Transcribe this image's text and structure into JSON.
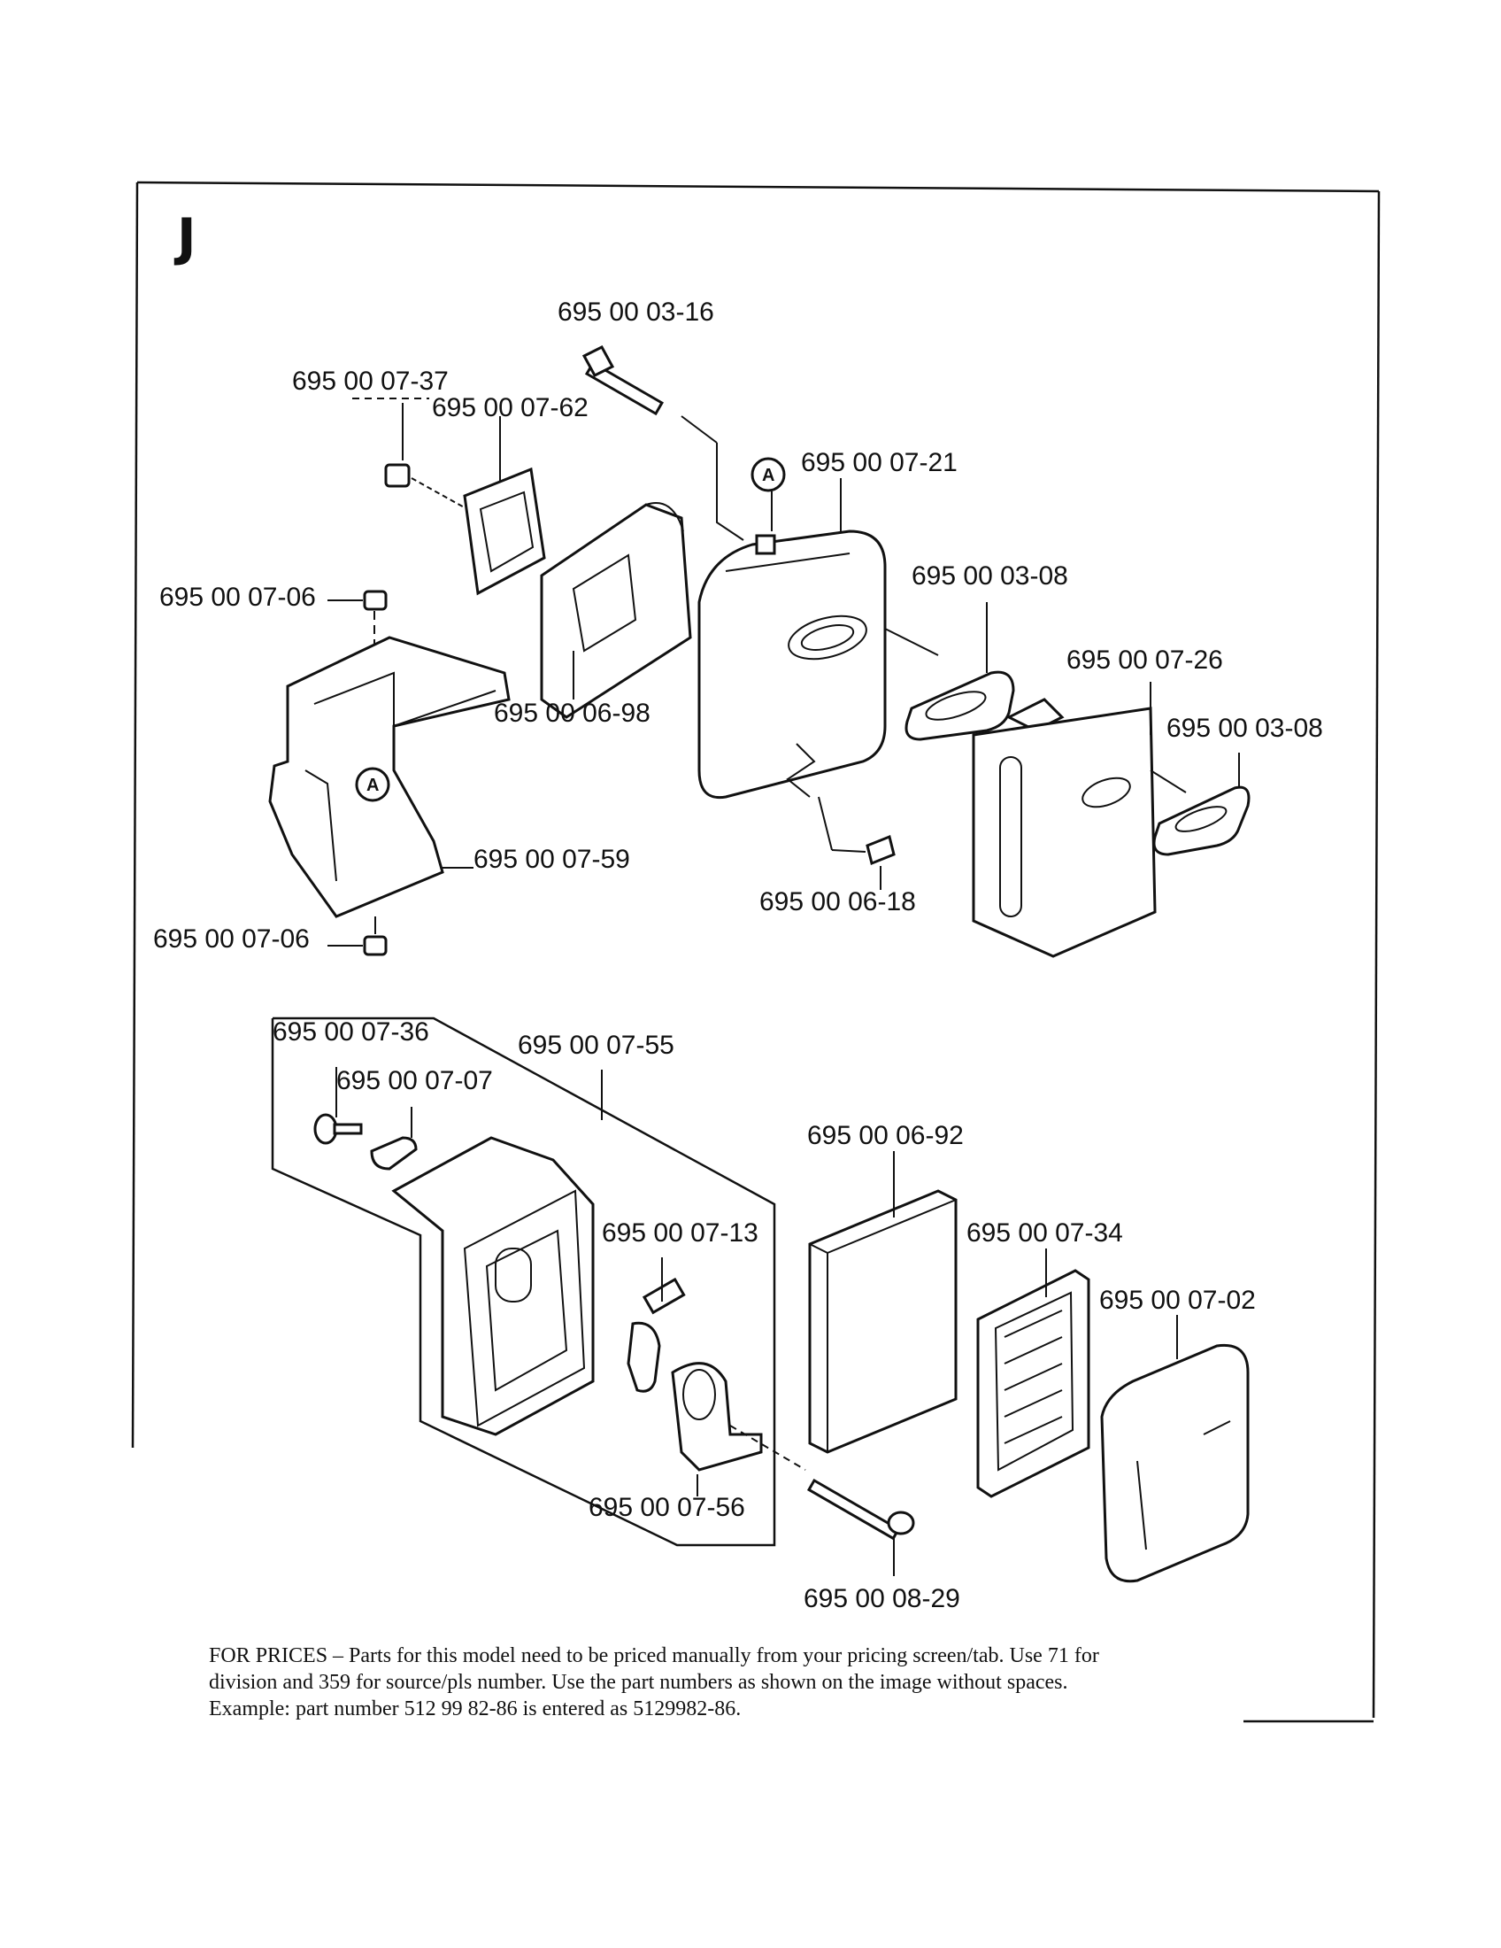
{
  "section_letter": "J",
  "ref_marker": "A",
  "labels": {
    "p_03_16": "695 00 03-16",
    "p_07_37": "695 00 07-37",
    "p_07_62": "695 00 07-62",
    "p_07_21": "695 00 07-21",
    "p_03_08_a": "695 00 03-08",
    "p_07_26": "695 00 07-26",
    "p_03_08_b": "695 00 03-08",
    "p_07_06_a": "695 00 07-06",
    "p_06_98": "695 00 06-98",
    "p_07_59": "695 00 07-59",
    "p_06_18": "695 00 06-18",
    "p_07_06_b": "695 00 07-06",
    "p_07_36": "695 00 07-36",
    "p_07_55": "695 00 07-55",
    "p_07_07": "695 00 07-07",
    "p_06_92": "695 00 06-92",
    "p_07_13": "695 00 07-13",
    "p_07_34": "695 00 07-34",
    "p_07_02": "695 00 07-02",
    "p_07_56": "695 00 07-56",
    "p_08_29": "695 00 08-29"
  },
  "note": {
    "line1": "FOR PRICES – Parts for this model need to be priced manually from your pricing screen/tab.  Use 71 for",
    "line2": "division and 359 for source/pls number.  Use the part numbers as shown on the image without spaces.",
    "line3": "Example: part number 512 99 82-86 is entered as 5129982-86."
  }
}
